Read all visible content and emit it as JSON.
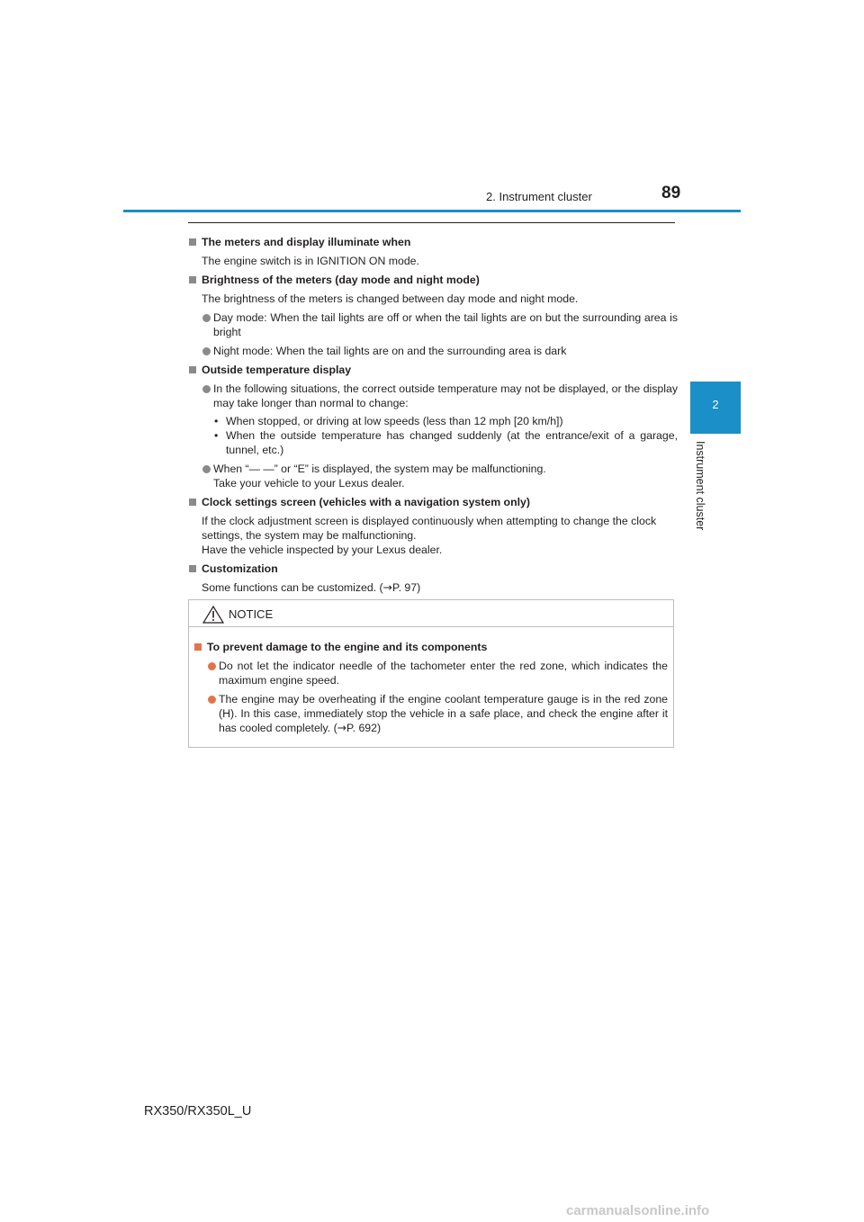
{
  "header": {
    "section_title": "2. Instrument cluster",
    "page_number": "89"
  },
  "side_tab": {
    "chapter_number": "2",
    "chapter_label": "Instrument cluster"
  },
  "sections": [
    {
      "title": "The meters and display illuminate when",
      "body": "The engine switch is in IGNITION ON mode."
    },
    {
      "title": "Brightness of the meters (day mode and night mode)",
      "body": "The brightness of the meters is changed between day mode and night mode.",
      "bullets": [
        "Day mode: When the tail lights are off or when the tail lights are on but the surrounding area is bright",
        "Night mode: When the tail lights are on and the surrounding area is dark"
      ]
    },
    {
      "title": "Outside temperature display",
      "bullet1": "In the following situations, the correct outside temperature may not be displayed, or the display may take longer than normal to change:",
      "sub_marker": "•",
      "sub_items": [
        "When stopped, or driving at low speeds (less than 12 mph [20 km/h])",
        "When the outside temperature has changed suddenly (at the entrance/exit of a garage, tunnel, etc.)"
      ],
      "bullet2_line1": "When “— —” or “E” is displayed, the system may be malfunctioning.",
      "bullet2_line2": "Take your vehicle to your Lexus dealer."
    },
    {
      "title": "Clock settings screen (vehicles with a navigation system only)",
      "body_line1": "If the clock adjustment screen is displayed continuously when attempting to change the clock settings, the system may be malfunctioning.",
      "body_line2": "Have the vehicle inspected by your Lexus dealer."
    },
    {
      "title": "Customization",
      "body_prefix": "Some functions can be customized. (",
      "arrow": "→",
      "ref": "P. 97",
      "body_suffix": ")"
    }
  ],
  "notice": {
    "label": "NOTICE",
    "icon": "warning-triangle-icon",
    "title": "To prevent damage to the engine and its components",
    "bullet1": "Do not let the indicator needle of the tachometer enter the red zone, which indicates the maximum engine speed.",
    "bullet2_prefix": "The engine may be overheating if the engine coolant temperature gauge is in the red zone (H). In this case, immediately stop the vehicle in a safe place, and check the engine after it has cooled completely. (",
    "arrow": "→",
    "ref": "P. 692",
    "bullet2_suffix": ")"
  },
  "footer": {
    "model": "RX350/RX350L_U",
    "watermark": "carmanualsonline.info"
  },
  "colors": {
    "accent_blue": "#1a8fc8",
    "bullet_gray": "#8a8a8a",
    "notice_orange": "#e2744b"
  }
}
